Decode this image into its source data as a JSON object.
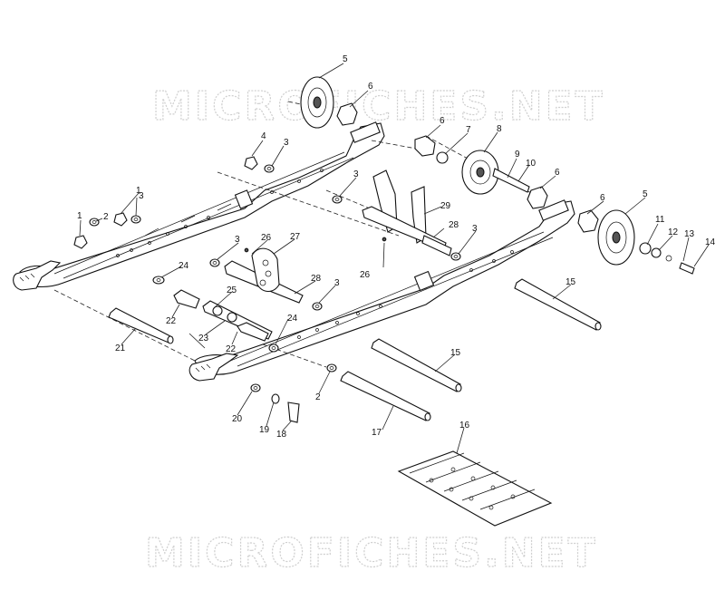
{
  "watermarks": [
    "MICROFICHES.NET",
    "MICROFICHES.NET"
  ],
  "callouts": [
    {
      "id": "c1",
      "text": "1"
    },
    {
      "id": "c2a",
      "text": "2"
    },
    {
      "id": "c3a",
      "text": "3"
    },
    {
      "id": "c1b",
      "text": "1"
    },
    {
      "id": "c4",
      "text": "4"
    },
    {
      "id": "c3b",
      "text": "3"
    },
    {
      "id": "c5a",
      "text": "5"
    },
    {
      "id": "c6a",
      "text": "6"
    },
    {
      "id": "c6b",
      "text": "6"
    },
    {
      "id": "c7",
      "text": "7"
    },
    {
      "id": "c8",
      "text": "8"
    },
    {
      "id": "c9",
      "text": "9"
    },
    {
      "id": "c10",
      "text": "10"
    },
    {
      "id": "c6c",
      "text": "6"
    },
    {
      "id": "c3c",
      "text": "3"
    },
    {
      "id": "c29",
      "text": "29"
    },
    {
      "id": "c28a",
      "text": "28"
    },
    {
      "id": "c3d",
      "text": "3"
    },
    {
      "id": "c26a",
      "text": "26"
    },
    {
      "id": "c6d",
      "text": "6"
    },
    {
      "id": "c5b",
      "text": "5"
    },
    {
      "id": "c11",
      "text": "11"
    },
    {
      "id": "c12",
      "text": "12"
    },
    {
      "id": "c13",
      "text": "13"
    },
    {
      "id": "c14",
      "text": "14"
    },
    {
      "id": "c3e",
      "text": "3"
    },
    {
      "id": "c26b",
      "text": "26"
    },
    {
      "id": "c27",
      "text": "27"
    },
    {
      "id": "c24a",
      "text": "24"
    },
    {
      "id": "c28b",
      "text": "28"
    },
    {
      "id": "c3f",
      "text": "3"
    },
    {
      "id": "c25",
      "text": "25"
    },
    {
      "id": "c22a",
      "text": "22"
    },
    {
      "id": "c24b",
      "text": "24"
    },
    {
      "id": "c21",
      "text": "21"
    },
    {
      "id": "c23",
      "text": "23"
    },
    {
      "id": "c22b",
      "text": "22"
    },
    {
      "id": "c15a",
      "text": "15"
    },
    {
      "id": "c15b",
      "text": "15"
    },
    {
      "id": "c2b",
      "text": "2"
    },
    {
      "id": "c20",
      "text": "20"
    },
    {
      "id": "c19",
      "text": "19"
    },
    {
      "id": "c18",
      "text": "18"
    },
    {
      "id": "c17",
      "text": "17"
    },
    {
      "id": "c16",
      "text": "16"
    }
  ]
}
